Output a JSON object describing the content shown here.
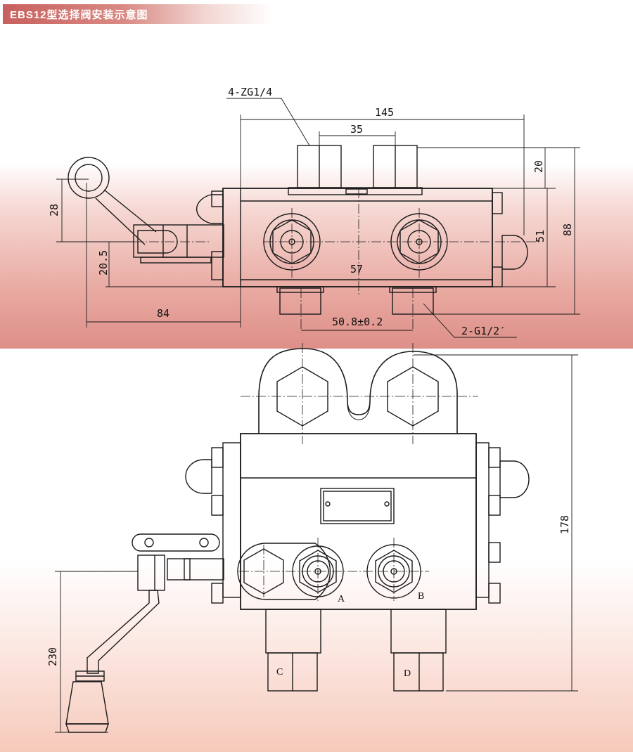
{
  "header": {
    "title": "EBS12型选择阀安装示意图"
  },
  "colors": {
    "title_accent": "#c8605e",
    "panel_top": "#e8a8a0",
    "panel_bottom": "#f6cabb",
    "line": "#1a1a1a"
  },
  "top_view": {
    "callouts": {
      "ports_top": "4-ZG1/4",
      "ports_bottom": "2-G1/2′"
    },
    "dimensions": {
      "overall_width": "145",
      "port_spacing_top": "35",
      "port_height": "20",
      "handle_offset": "28",
      "body_height": "51",
      "overall_height": "88",
      "handle_height": "20.5",
      "port_spacing_mid": "57",
      "port_spacing_bottom": "50.8±0.2",
      "handle_length": "84"
    }
  },
  "front_view": {
    "port_labels": {
      "a": "A",
      "b": "B",
      "c": "C",
      "d": "D"
    },
    "dimensions": {
      "overall_height": "178",
      "handle_length": "230"
    }
  }
}
